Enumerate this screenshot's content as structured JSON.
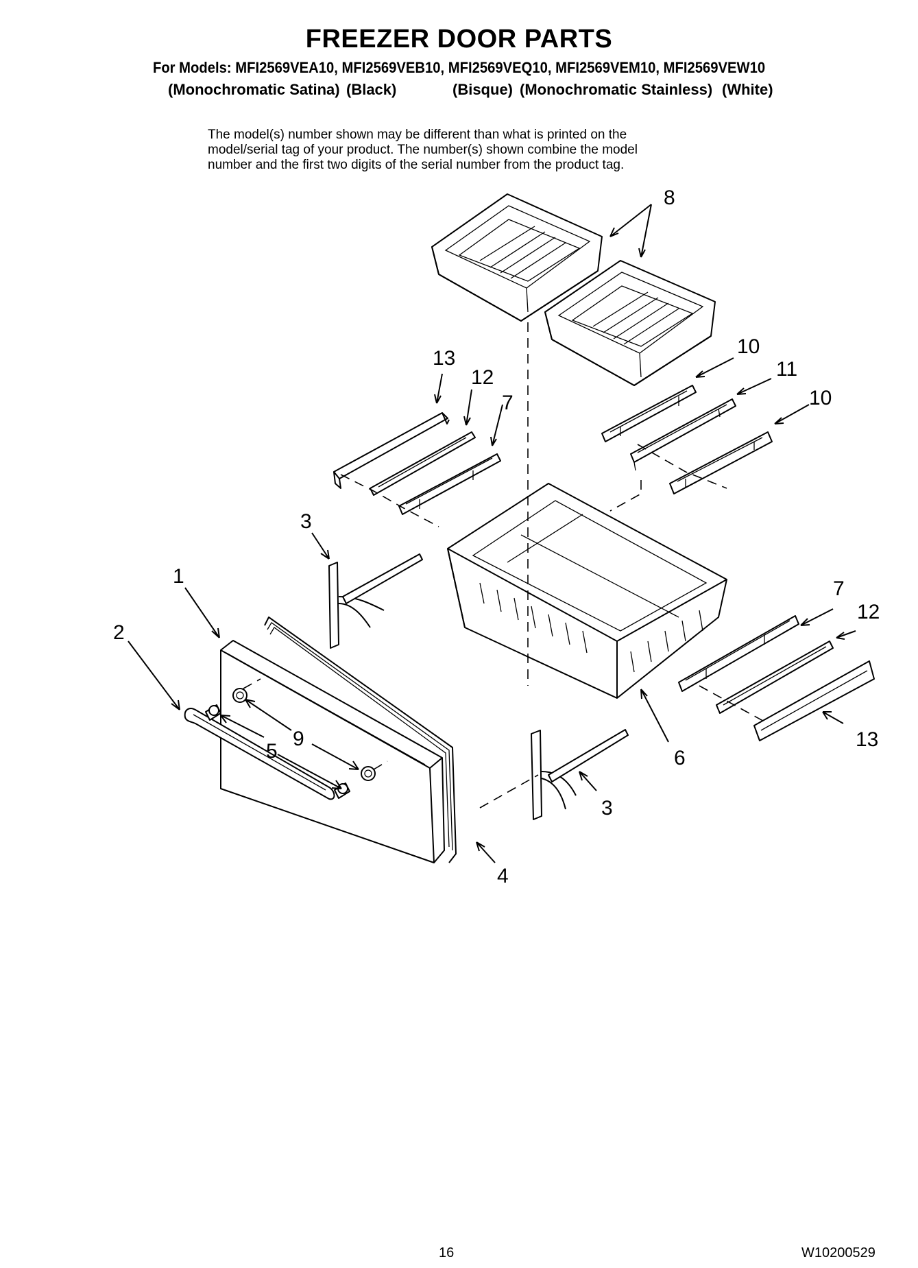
{
  "header": {
    "title": "FREEZER DOOR PARTS",
    "models_line": "For Models: MFI2569VEA10, MFI2569VEB10, MFI2569VEQ10, MFI2569VEM10, MFI2569VEW10",
    "colors": [
      "(Monochromatic Satina)",
      "(Black)",
      "(Bisque)",
      "(Monochromatic Stainless)",
      "(White)"
    ]
  },
  "note": {
    "lines": [
      "The model(s) number shown may be different than what is printed on the",
      "model/serial tag of your product. The number(s) shown combine the model",
      "number and the first two digits of the serial number from the product tag."
    ]
  },
  "callouts": {
    "c1": "1",
    "c2": "2",
    "c3a": "3",
    "c3b": "3",
    "c4": "4",
    "c5": "5",
    "c6": "6",
    "c7a": "7",
    "c7b": "7",
    "c8": "8",
    "c9": "9",
    "c10a": "10",
    "c10b": "10",
    "c11": "11",
    "c12a": "12",
    "c12b": "12",
    "c13a": "13",
    "c13b": "13"
  },
  "footer": {
    "page_number": "16",
    "doc_number": "W10200529"
  }
}
